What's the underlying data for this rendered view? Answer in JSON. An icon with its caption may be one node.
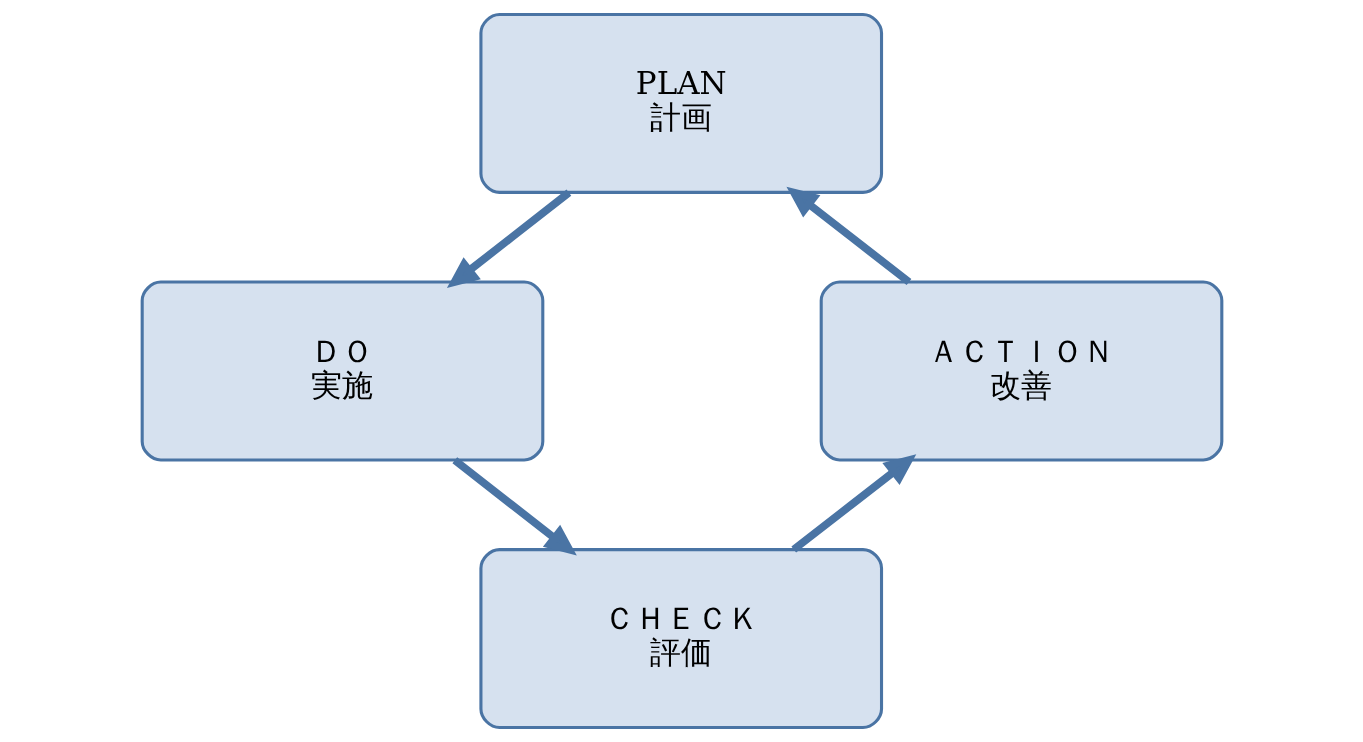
{
  "diagram": {
    "nodes": [
      {
        "text": [
          "PLAN",
          "計画"
        ]
      },
      {
        "text": [
          "ＤＯ",
          "実施"
        ]
      },
      {
        "text": [
          "ＣＨＥＣＫ",
          "評価"
        ]
      },
      {
        "text": [
          "ＡＣＴＩＯＮ",
          "改善"
        ]
      }
    ],
    "edges": [
      {
        "from": 0,
        "to": 1,
        "arrow": "to"
      },
      {
        "from": 1,
        "to": 2,
        "arrow": "to"
      },
      {
        "from": 2,
        "to": 3,
        "arrow": "to"
      },
      {
        "from": 3,
        "to": 0,
        "arrow": "to"
      }
    ]
  }
}
